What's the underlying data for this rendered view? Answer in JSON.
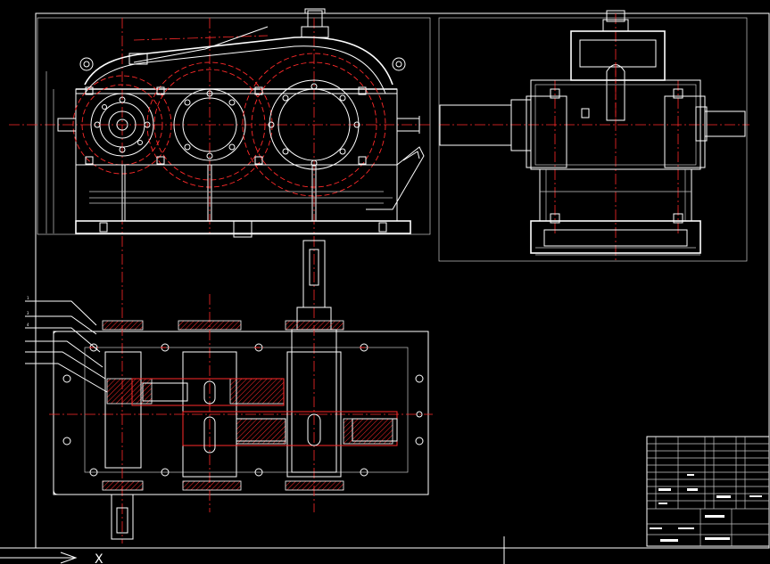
{
  "drawing": {
    "axis_label": "X",
    "leader_numbers": [
      "1",
      "3",
      "4"
    ]
  },
  "colors": {
    "background": "#000000",
    "outline": "#ffffff",
    "centerline": "#ff2a2a"
  }
}
